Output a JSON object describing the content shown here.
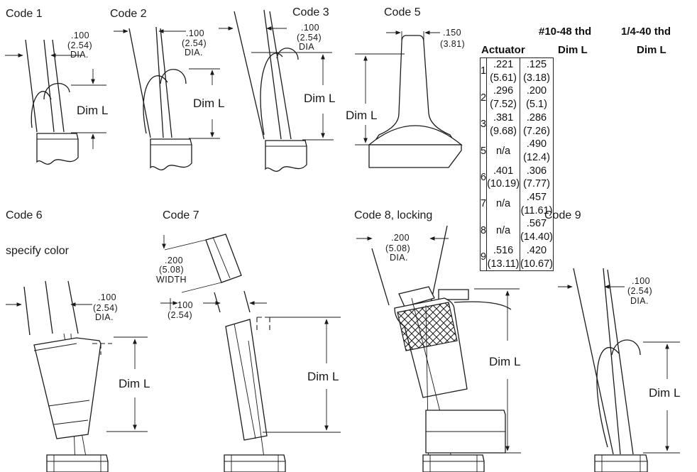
{
  "codes": {
    "code1": "Code 1",
    "code2": "Code 2",
    "code3": "Code 3",
    "code5": "Code 5",
    "code6": "Code 6",
    "code7": "Code 7",
    "code8": "Code 8, locking",
    "code9": "Code 9"
  },
  "note_specify_color": "specify color",
  "dim_l": "Dim L",
  "dims": {
    "d100": ".100",
    "d100_mm": "(2.54)",
    "dia": "DIA.",
    "dia_no_period": "DIA",
    "d150": ".150",
    "d150_mm": "(3.81)",
    "d200": ".200",
    "d200_mm": "(5.08)",
    "width": "WIDTH"
  },
  "table": {
    "col_header_thread_a": "#10-48 thd",
    "col_header_thread_b": "1/4-40 thd",
    "col_header_actuator": "Actuator",
    "col_header_dim_a": "Dim L",
    "col_header_dim_b": "Dim L",
    "rows": [
      {
        "actuator": "1",
        "dim_a": ".221 (5.61)",
        "dim_b": ".125 (3.18)"
      },
      {
        "actuator": "2",
        "dim_a": ".296 (7.52)",
        "dim_b": ".200 (5.1)"
      },
      {
        "actuator": "3",
        "dim_a": ".381 (9.68)",
        "dim_b": ".286 (7.26)"
      },
      {
        "actuator": "5",
        "dim_a": "n/a",
        "dim_b": ".490 (12.4)"
      },
      {
        "actuator": "6",
        "dim_a": ".401 (10.19)",
        "dim_b": ".306 (7.77)"
      },
      {
        "actuator": "7",
        "dim_a": "n/a",
        "dim_b": ".457 (11.61)"
      },
      {
        "actuator": "8",
        "dim_a": "n/a",
        "dim_b": ".567 (14.40)"
      },
      {
        "actuator": "9",
        "dim_a": ".516 (13.11)",
        "dim_b": ".420 (10.67)"
      }
    ]
  }
}
